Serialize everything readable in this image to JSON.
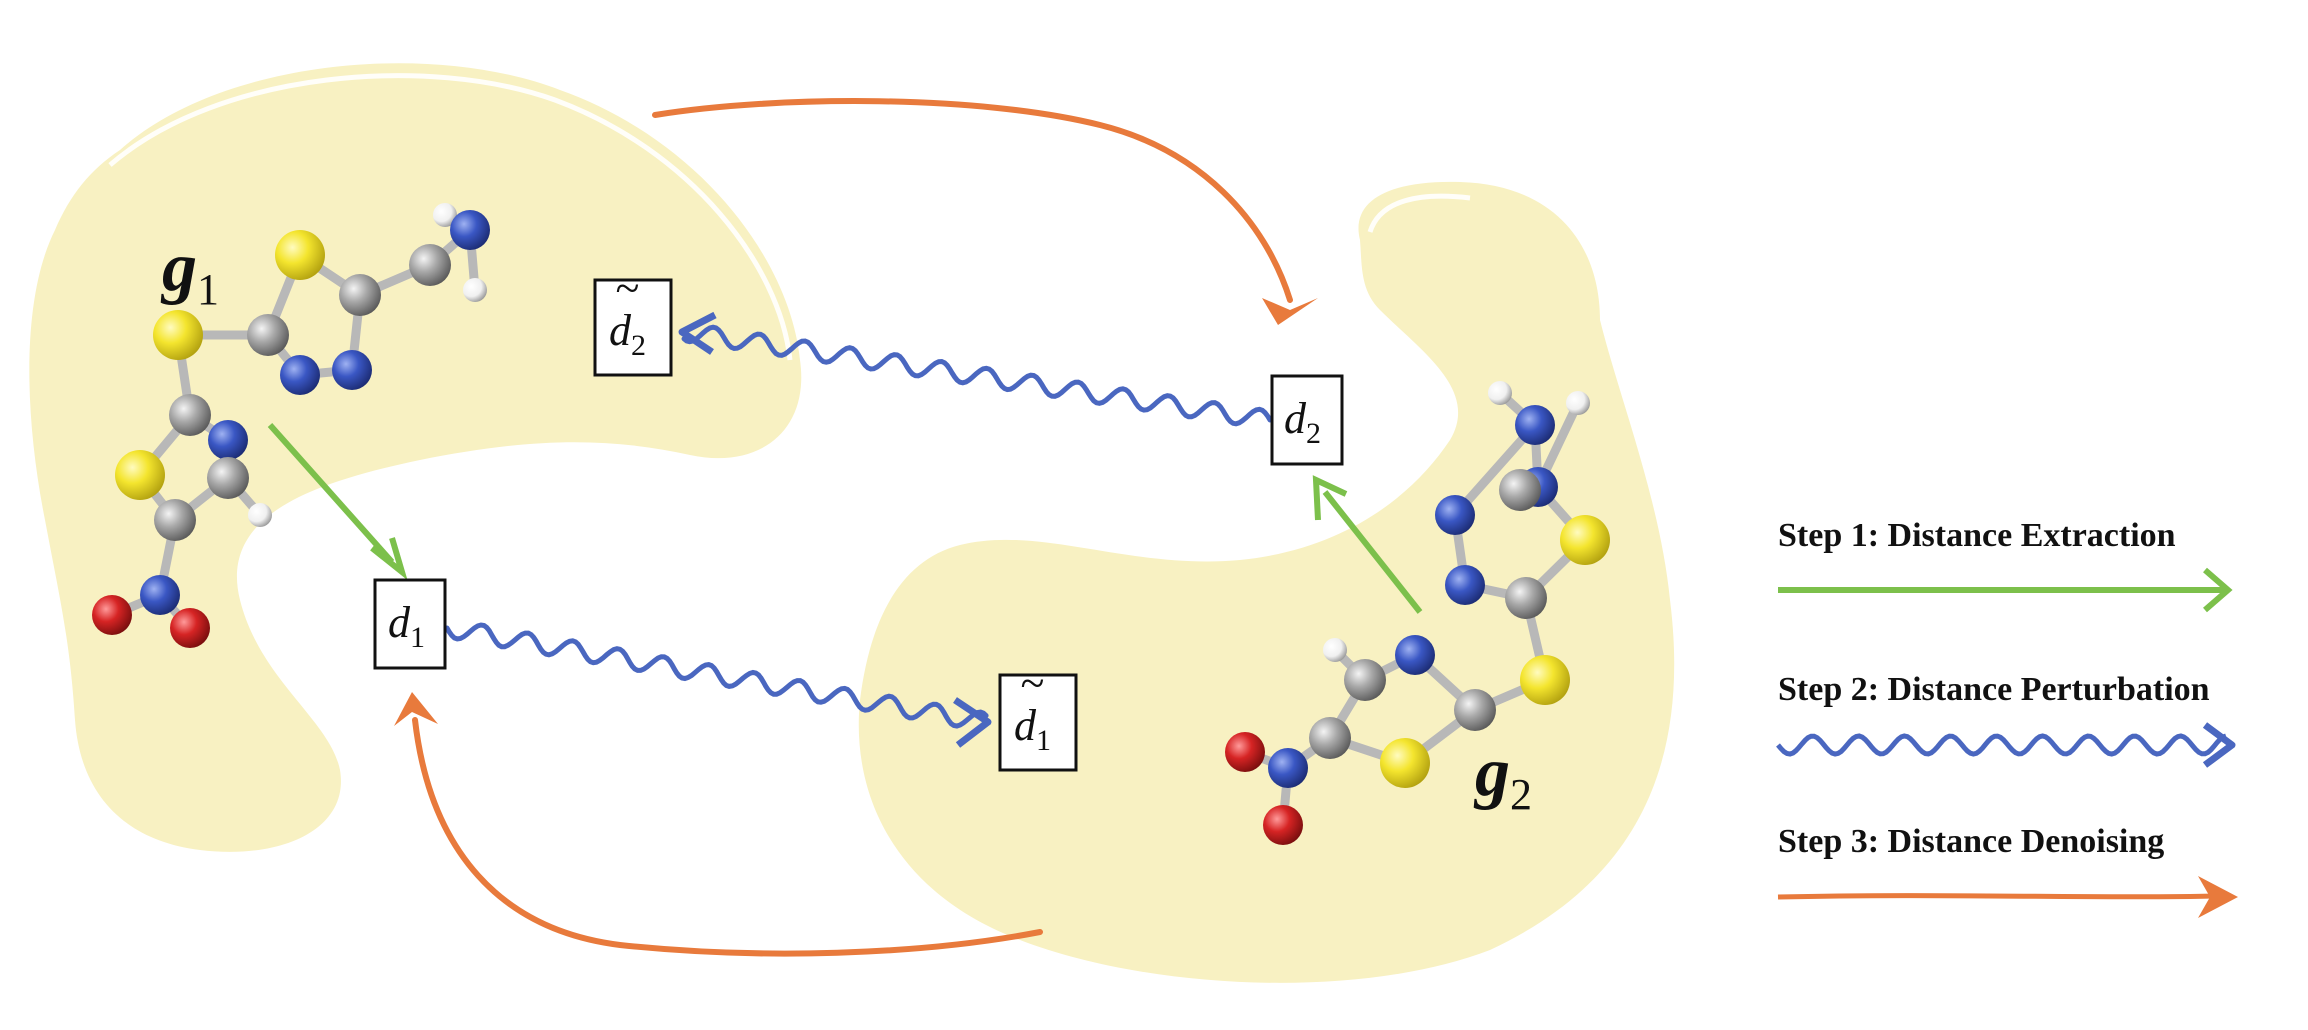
{
  "molecules": [
    {
      "label": "g",
      "subscript": "1"
    },
    {
      "label": "g",
      "subscript": "2"
    }
  ],
  "boxes": {
    "d1": {
      "symbol": "d",
      "subscript": "1"
    },
    "d2": {
      "symbol": "d",
      "subscript": "2"
    },
    "d1_tilde": {
      "symbol": "d",
      "subscript": "1",
      "accent": "~"
    },
    "d2_tilde": {
      "symbol": "d",
      "subscript": "2",
      "accent": "~"
    }
  },
  "legend": [
    {
      "label": "Step 1: Distance Extraction",
      "color": "#7cc04b",
      "style": "straight"
    },
    {
      "label": "Step 2: Distance Perturbation",
      "color": "#4a67c0",
      "style": "wavy"
    },
    {
      "label": "Step 3: Distance Denoising",
      "color": "#e87a3c",
      "style": "brush"
    }
  ],
  "colors": {
    "blob": "#f8f1c2",
    "carbon": "#9a9a9a",
    "nitrogen": "#3a55b8",
    "sulfur": "#f2e23a",
    "oxygen": "#d42a2a",
    "hydrogen": "#ffffff"
  }
}
